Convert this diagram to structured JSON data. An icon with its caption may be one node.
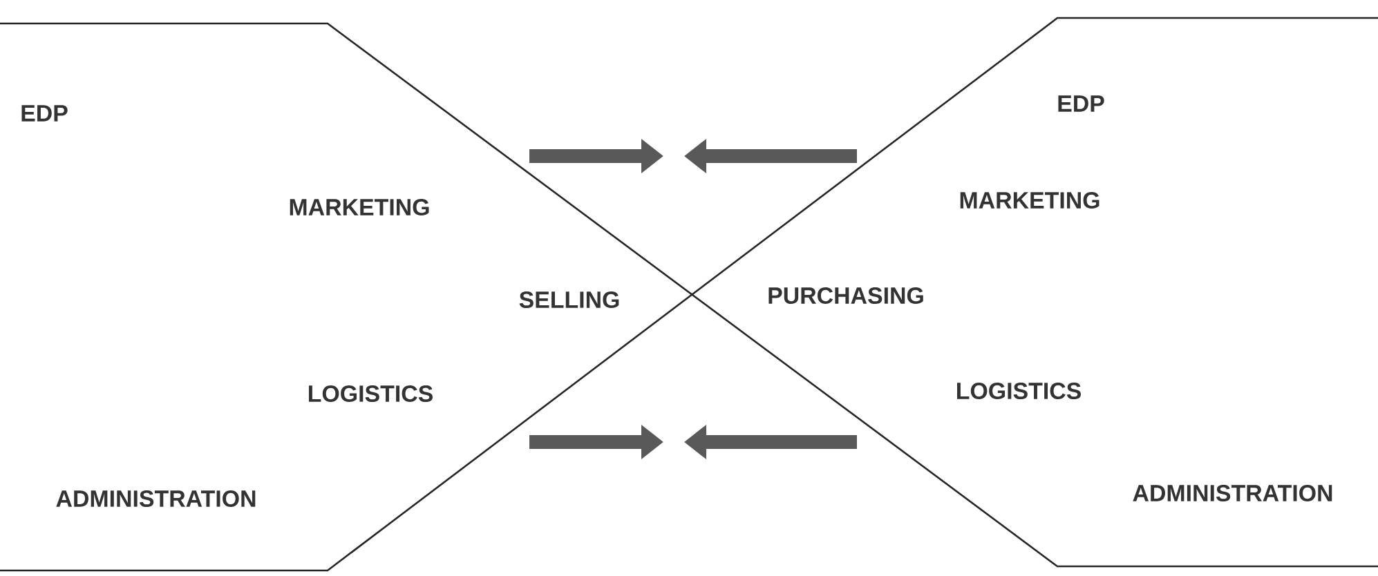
{
  "diagram": {
    "labels": [
      "EDP",
      "EDP",
      "MARKETING",
      "MARKETING",
      "SELLING",
      "PURCHASING",
      "LOGISTICS",
      "LOGISTICS",
      "ADMINISTRATION",
      "ADMINISTRATION"
    ]
  }
}
